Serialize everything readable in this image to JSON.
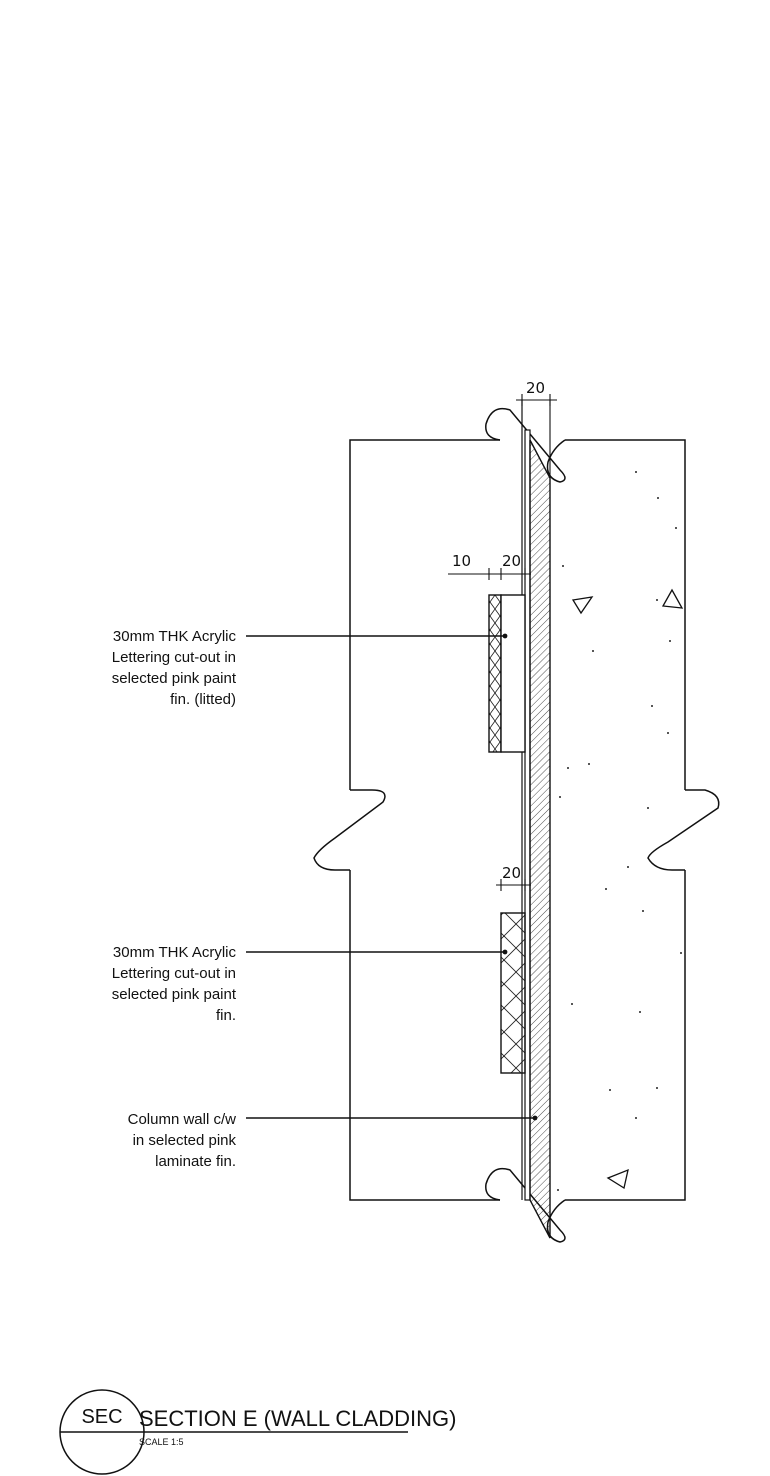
{
  "dimensions": {
    "top_finish": "20",
    "upper_gap": "10",
    "upper_panel": "20",
    "lower_panel": "20"
  },
  "notes": [
    {
      "lines": [
        "30mm THK Acrylic",
        "Lettering cut-out in",
        "selected pink paint",
        "fin. (litted)"
      ]
    },
    {
      "lines": [
        "30mm THK Acrylic",
        "Lettering cut-out in",
        "selected pink paint",
        "fin."
      ]
    },
    {
      "lines": [
        "Column wall c/w",
        "in selected pink",
        "laminate fin."
      ]
    }
  ],
  "title_block": {
    "tag": "SEC",
    "title": "SECTION E (WALL CLADDING)",
    "scale": "SCALE 1:5"
  }
}
